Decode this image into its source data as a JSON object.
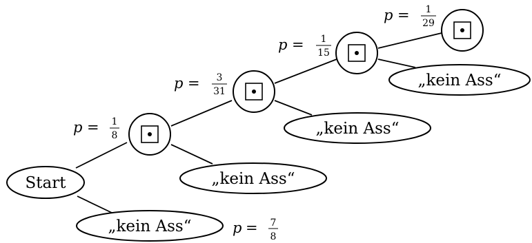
{
  "start_node": {
    "label": "Start"
  },
  "outcome_label": "„kein Ass“",
  "die_icon": "die-face-one-icon",
  "probabilities": [
    {
      "var": "p",
      "eq": "=",
      "num": "7",
      "den": "8"
    },
    {
      "var": "p",
      "eq": "=",
      "num": "1",
      "den": "8"
    },
    {
      "var": "p",
      "eq": "=",
      "num": "3",
      "den": "31"
    },
    {
      "var": "p",
      "eq": "=",
      "num": "1",
      "den": "15"
    },
    {
      "var": "p",
      "eq": "=",
      "num": "1",
      "den": "29"
    }
  ]
}
